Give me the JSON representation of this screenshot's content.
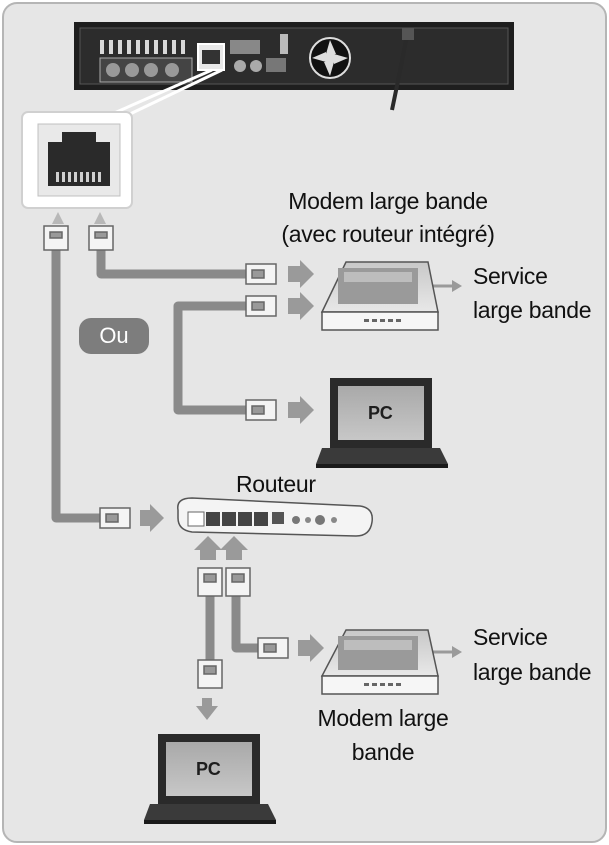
{
  "labels": {
    "modem_router_line1": "Modem large bande",
    "modem_router_line2": "(avec routeur intégré)",
    "service_top_line1": "Service",
    "service_top_line2": "large bande",
    "or_badge": "Ou",
    "pc_top": "PC",
    "router": "Routeur",
    "service_bottom_line1": "Service",
    "service_bottom_line2": "large bande",
    "modem_bottom_line1": "Modem large",
    "modem_bottom_line2": "bande",
    "pc_bottom": "PC"
  },
  "colors": {
    "background": "#e6e6e6",
    "cable": "#8a8a8a",
    "device_dark": "#2a2a2a",
    "badge": "#7d7d7d"
  }
}
